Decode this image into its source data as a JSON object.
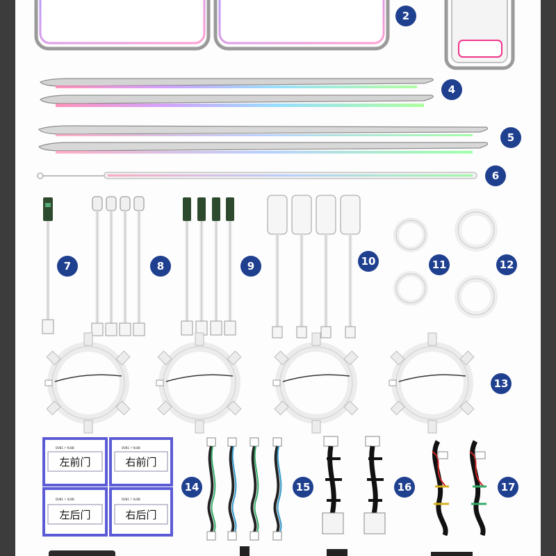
{
  "colors": {
    "badge": "#1f3f8f",
    "card_border": "#5b5bd6",
    "trim_silver": "#c9c9c9"
  },
  "badges": {
    "b2": "2",
    "b4": "4",
    "b5": "5",
    "b6": "6",
    "b7": "7",
    "b8": "8",
    "b9": "9",
    "b10": "10",
    "b11": "11",
    "b12": "12",
    "b13": "13",
    "b14": "14",
    "b15": "15",
    "b16": "16",
    "b17": "17"
  },
  "cards": {
    "left_front": "左前门",
    "right_front": "右前门",
    "left_rear": "左后门",
    "right_rear": "右后门"
  }
}
